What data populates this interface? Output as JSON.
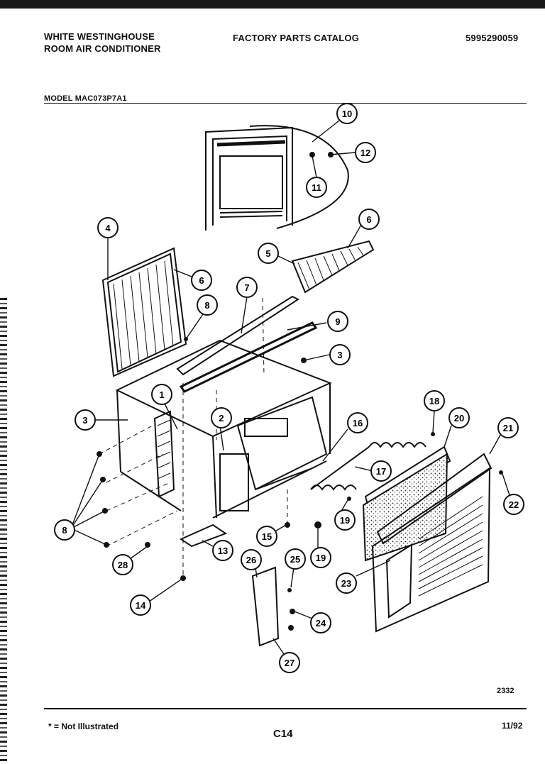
{
  "header": {
    "brand_line1": "WHITE WESTINGHOUSE",
    "brand_line2": "ROOM AIR CONDITIONER",
    "catalog_title": "FACTORY PARTS CATALOG",
    "catalog_number": "5995290059",
    "model": "MODEL MAC073P7A1"
  },
  "callouts": [
    "10",
    "12",
    "11",
    "4",
    "6",
    "5",
    "6",
    "7",
    "8",
    "9",
    "3",
    "3",
    "1",
    "2",
    "16",
    "18",
    "20",
    "21",
    "8",
    "17",
    "22",
    "19",
    "15",
    "19",
    "28",
    "13",
    "26",
    "25",
    "23",
    "14",
    "24",
    "27"
  ],
  "footer": {
    "drawing_number": "2332",
    "note": "* = Not Illustrated",
    "page_code": "C14",
    "date": "11/92"
  }
}
